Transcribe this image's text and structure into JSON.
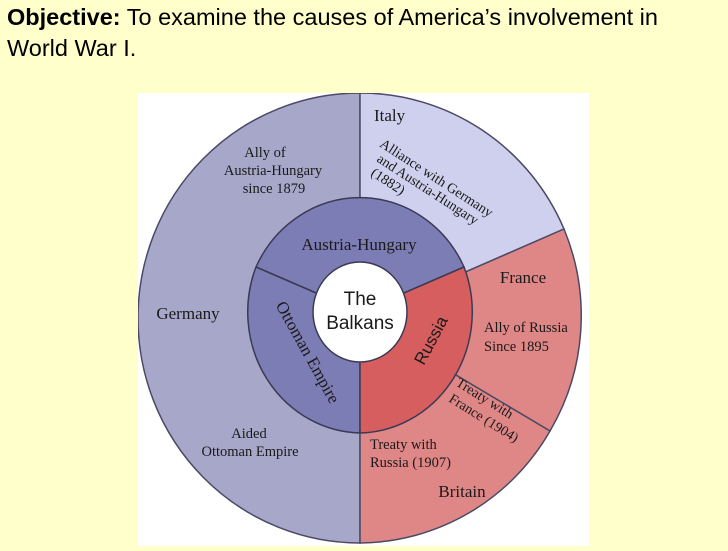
{
  "objective": {
    "label": "Objective:",
    "text": "To examine the causes of America’s involvement in World War I."
  },
  "colors": {
    "background": "#ffffcc",
    "allies_blue": "#a7a7c9",
    "italy_light": "#cfcfee",
    "entente_red": "#df8686",
    "inner_blue": "#7d7db5",
    "russia_red": "#d75e5e"
  },
  "diagram": {
    "center": [
      "The",
      "Balkans"
    ],
    "inner": {
      "austria_hungary": "Austria-Hungary",
      "ottoman_empire": "Ottoman Empire",
      "russia": "Russia"
    },
    "outer": {
      "germany": {
        "name": "Germany",
        "note_top": [
          "Ally of",
          "Austria-Hungary",
          "since 1879"
        ],
        "note_bottom": [
          "Aided",
          "Ottoman Empire"
        ]
      },
      "italy": {
        "name": "Italy",
        "note": [
          "Alliance with Germany",
          "and Austria-Hungary",
          "(1882)"
        ]
      },
      "france": {
        "name": "France",
        "note": [
          "Ally of Russia",
          "Since 1895"
        ],
        "treaty": [
          "Treaty with",
          "France (1904)"
        ]
      },
      "britain": {
        "name": "Britain",
        "note": [
          "Treaty with",
          "Russia (1907)"
        ]
      }
    }
  }
}
